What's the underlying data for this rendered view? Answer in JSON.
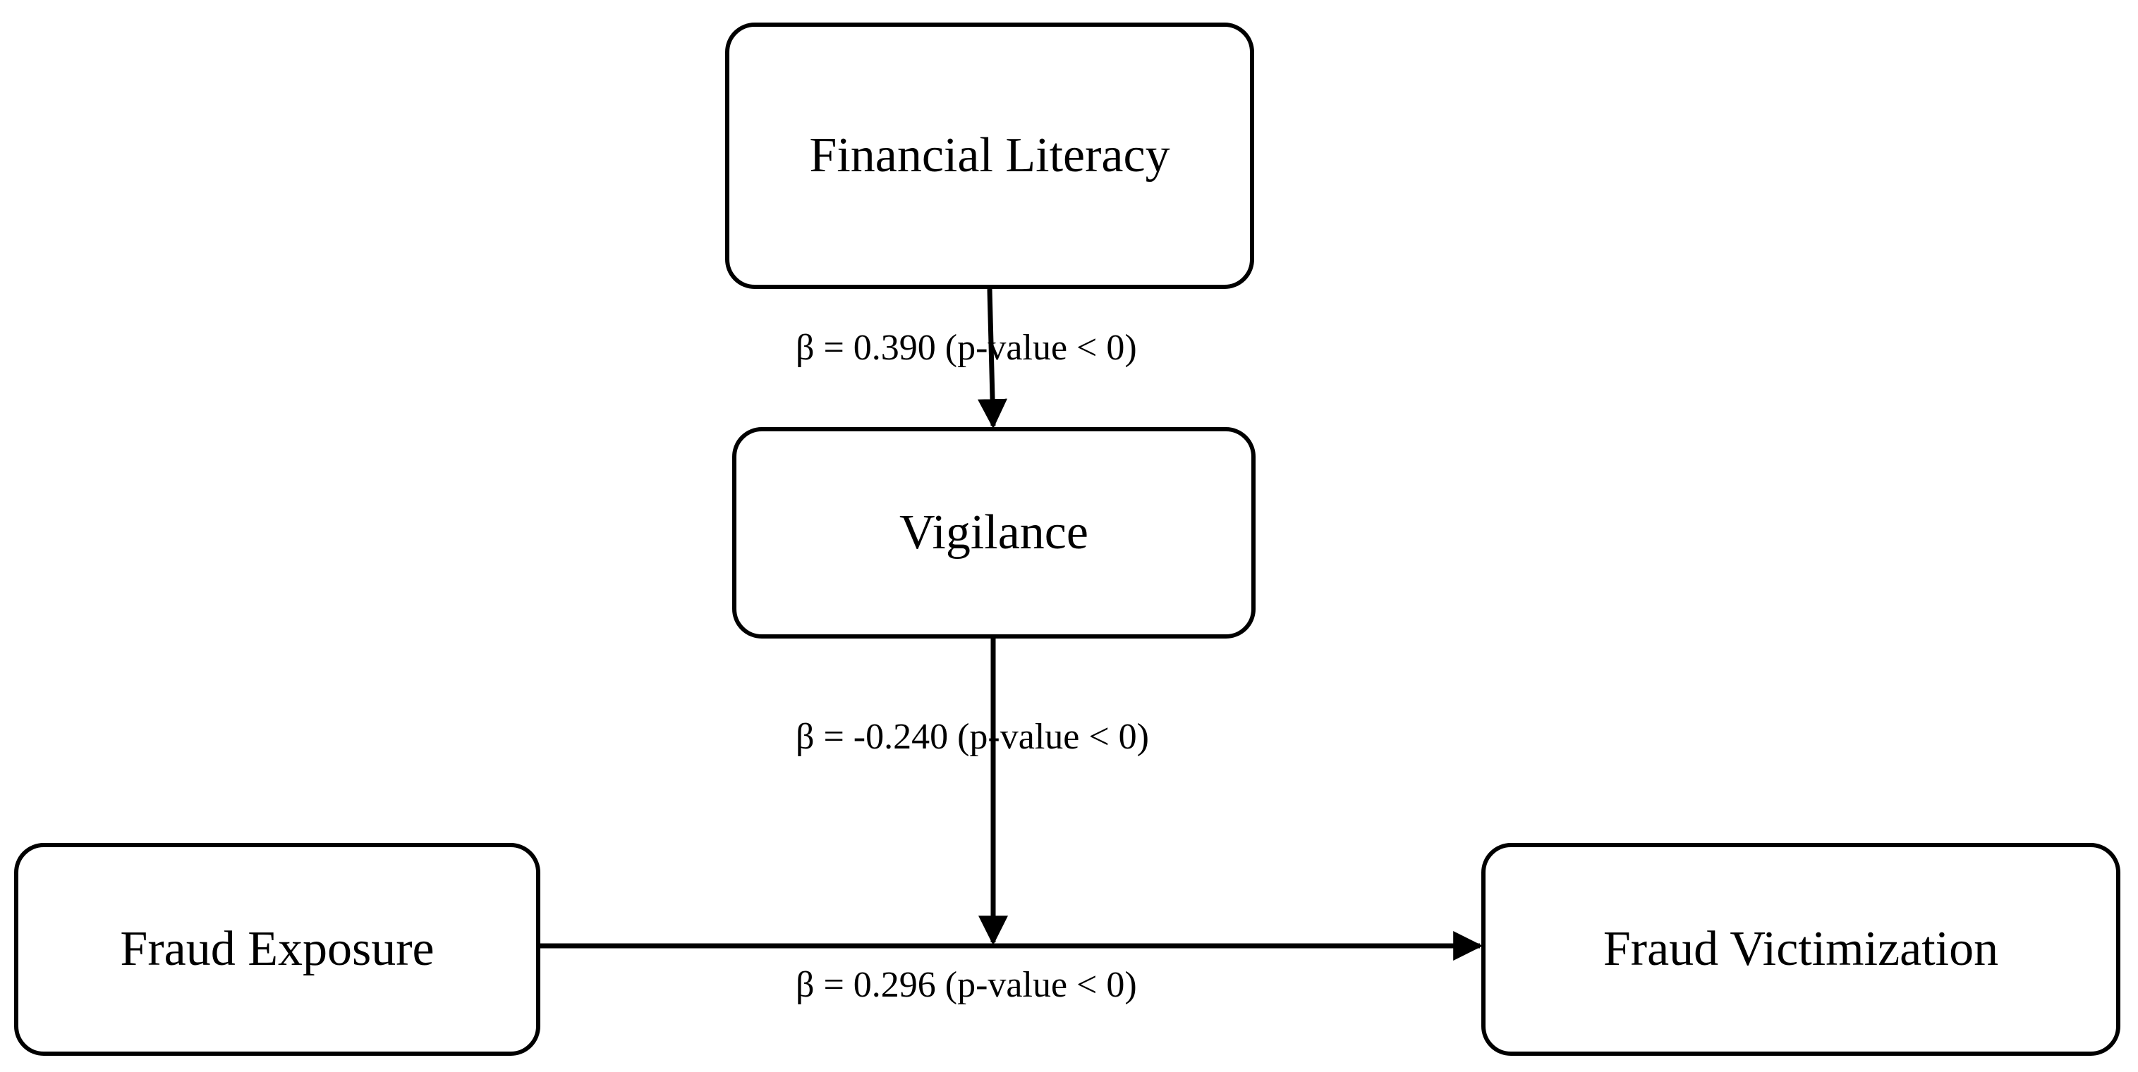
{
  "diagram": {
    "nodes": {
      "financial_literacy": "Financial Literacy",
      "vigilance": "Vigilance",
      "fraud_exposure": "Fraud Exposure",
      "fraud_victimization": "Fraud Victimization"
    },
    "edges": [
      {
        "from": "Financial Literacy",
        "to": "Vigilance",
        "label": "β = 0.390 (p-value < 0)"
      },
      {
        "from": "Vigilance",
        "to": "Fraud Exposure → Fraud Victimization path",
        "label": "β = -0.240 (p-value < 0)"
      },
      {
        "from": "Fraud Exposure",
        "to": "Fraud Victimization",
        "label": "β = 0.296 (p-value < 0)"
      }
    ]
  }
}
